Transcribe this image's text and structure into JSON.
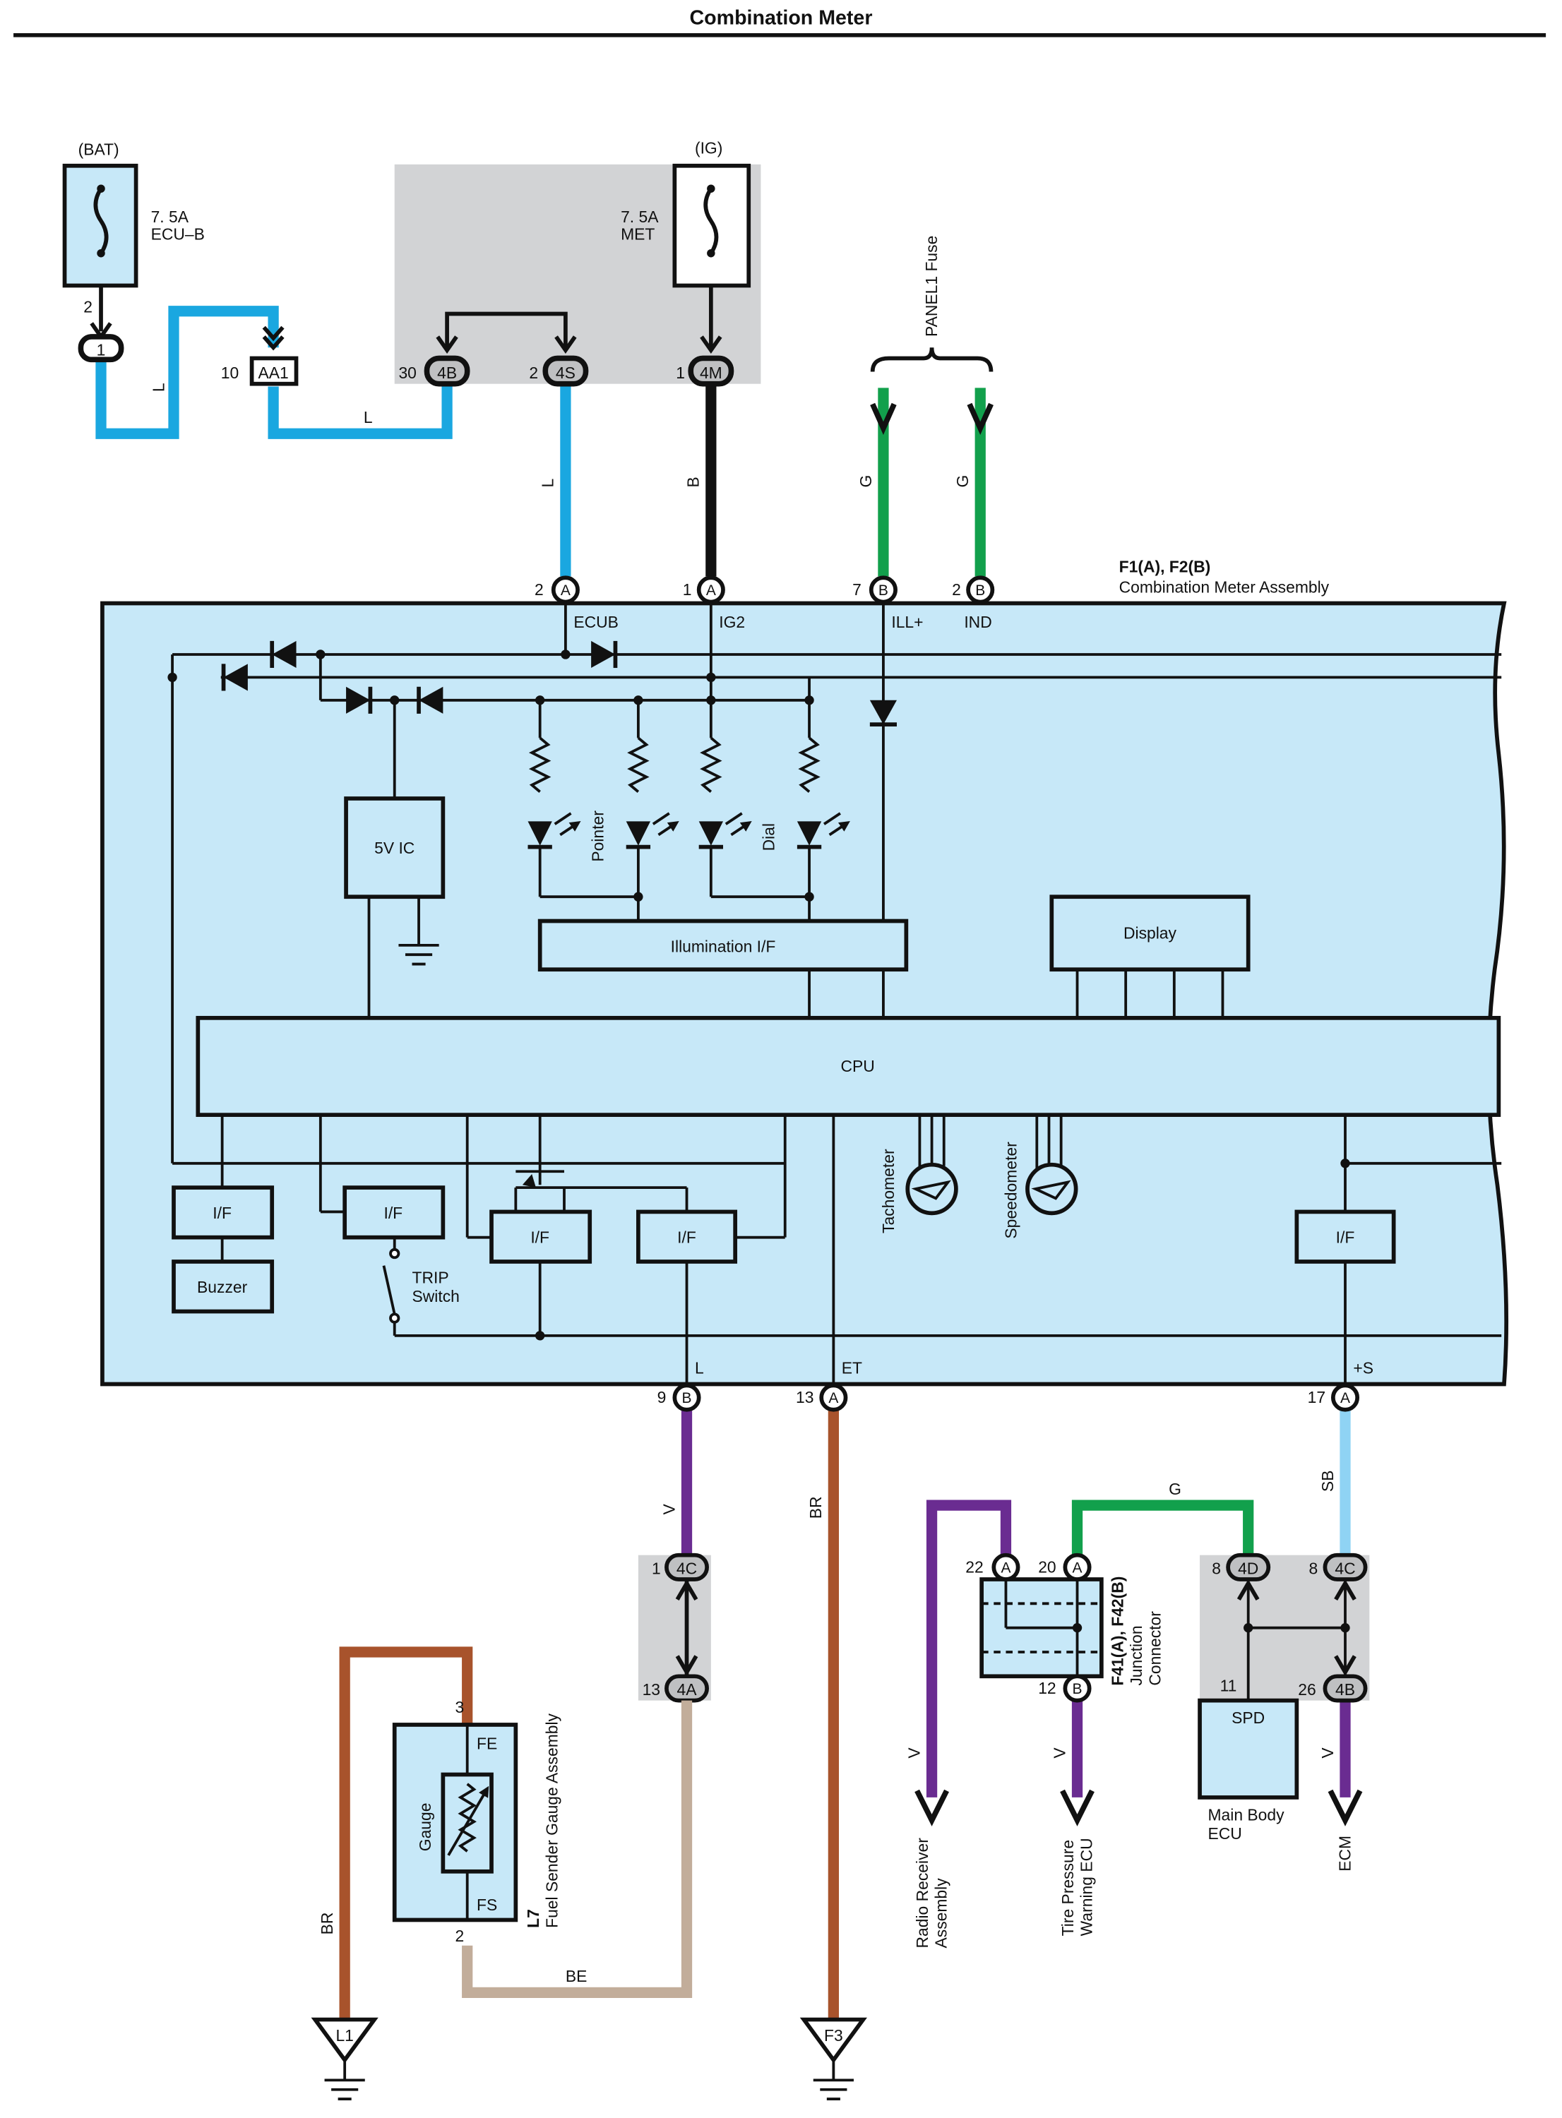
{
  "title": "Combination Meter",
  "fuses": {
    "bat_label": "(BAT)",
    "ig_label": "(IG)",
    "ecub_amp": "7. 5A",
    "ecub_name": "ECU–B",
    "met_amp": "7. 5A",
    "met_name": "MET",
    "panel1": "PANEL1 Fuse"
  },
  "connectors": {
    "c1": "1",
    "c1_pin": "2",
    "aa1": "AA1",
    "aa1_pin": "10",
    "c4b": "4B",
    "c4b_pin": "30",
    "c4s": "4S",
    "c4s_pin": "2",
    "c4m": "4M",
    "c4m_pin": "1",
    "c4c": "4C",
    "c4c_pin": "1",
    "c4a": "4A",
    "c4a_pin": "13",
    "c4d_r": "4D",
    "c4d_r_pin": "8",
    "c4c_r": "4C",
    "c4c_r_pin": "8",
    "c4b_r": "4B",
    "c4b_r_pin": "26",
    "spd_pin": "11",
    "j22": "22",
    "j20": "20",
    "j12": "12",
    "a": "A",
    "b": "B"
  },
  "meter": {
    "id": "F1(A), F2(B)",
    "name": "Combination Meter Assembly",
    "pins_top": [
      {
        "num": "2",
        "conn": "A",
        "label": "ECUB"
      },
      {
        "num": "1",
        "conn": "A",
        "label": "IG2"
      },
      {
        "num": "7",
        "conn": "B",
        "label": "ILL+"
      },
      {
        "num": "2",
        "conn": "B",
        "label": "IND"
      }
    ],
    "pins_bottom": [
      {
        "num": "9",
        "conn": "B",
        "label": "L"
      },
      {
        "num": "13",
        "conn": "A",
        "label": "ET"
      },
      {
        "num": "17",
        "conn": "A",
        "label": "+S"
      }
    ],
    "ic_5v": "5V IC",
    "illum": "Illumination I/F",
    "display": "Display",
    "cpu": "CPU",
    "if": "I/F",
    "buzzer": "Buzzer",
    "trip1": "TRIP",
    "trip2": "Switch",
    "pointer": "Pointer",
    "dial": "Dial",
    "tacho": "Tachometer",
    "speedo": "Speedometer"
  },
  "wires": {
    "l": "L",
    "b": "B",
    "g": "G",
    "v": "V",
    "br": "BR",
    "be": "BE",
    "sb": "SB"
  },
  "components": {
    "sender_id": "L7",
    "sender_name": "Fuel Sender Gauge Assembly",
    "gauge": "Gauge",
    "fe": "FE",
    "fs": "FS",
    "fe_pin": "3",
    "fs_pin": "2",
    "junction_id": "F41(A), F42(B)",
    "junction_1": "Junction",
    "junction_2": "Connector",
    "spd": "SPD",
    "mbecu_1": "Main Body",
    "mbecu_2": "ECU",
    "radio_1": "Radio Receiver",
    "radio_2": "Assembly",
    "tpw_1": "Tire Pressure",
    "tpw_2": "Warning ECU",
    "ecm": "ECM",
    "gnd_l1": "L1",
    "gnd_f3": "F3"
  },
  "colors": {
    "blue": "#1aa7e0",
    "black": "#111111",
    "green": "#12a04c",
    "purple": "#6a2c91",
    "brown": "#a8532c",
    "beige": "#c2ad9a",
    "lightblue": "#8fd3f4",
    "panel": "#c7e8f8",
    "gray": "#d2d3d5"
  }
}
